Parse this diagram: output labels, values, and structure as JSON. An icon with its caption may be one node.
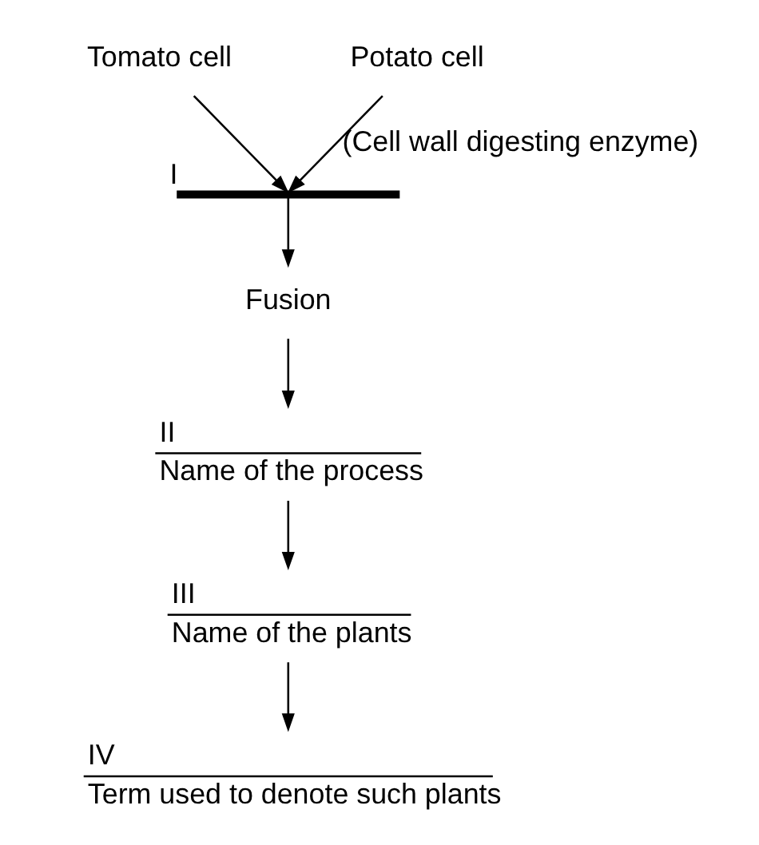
{
  "diagram": {
    "nodes": [
      {
        "text": [
          "Tomato cell"
        ]
      },
      {
        "text": [
          "Potato cell"
        ]
      },
      {
        "text": [],
        "shape": "bar",
        "beside": [
          "I"
        ]
      },
      {
        "text": [
          "Fusion"
        ]
      },
      {
        "text": [
          "II",
          "Name of the process"
        ]
      },
      {
        "text": [
          "III",
          "Name of the plants"
        ]
      },
      {
        "text": [
          "IV",
          "Term used to denote such plants"
        ]
      }
    ],
    "edges": [
      {
        "from": 0,
        "to": 2,
        "arrow": "to"
      },
      {
        "from": 1,
        "to": 2,
        "arrow": "to",
        "label": "(Cell wall digesting enzyme)"
      },
      {
        "from": 2,
        "to": 3,
        "arrow": "to"
      },
      {
        "from": 3,
        "to": 4,
        "arrow": "to"
      },
      {
        "from": 4,
        "to": 5,
        "arrow": "to"
      },
      {
        "from": 5,
        "to": 6,
        "arrow": "to"
      }
    ]
  }
}
